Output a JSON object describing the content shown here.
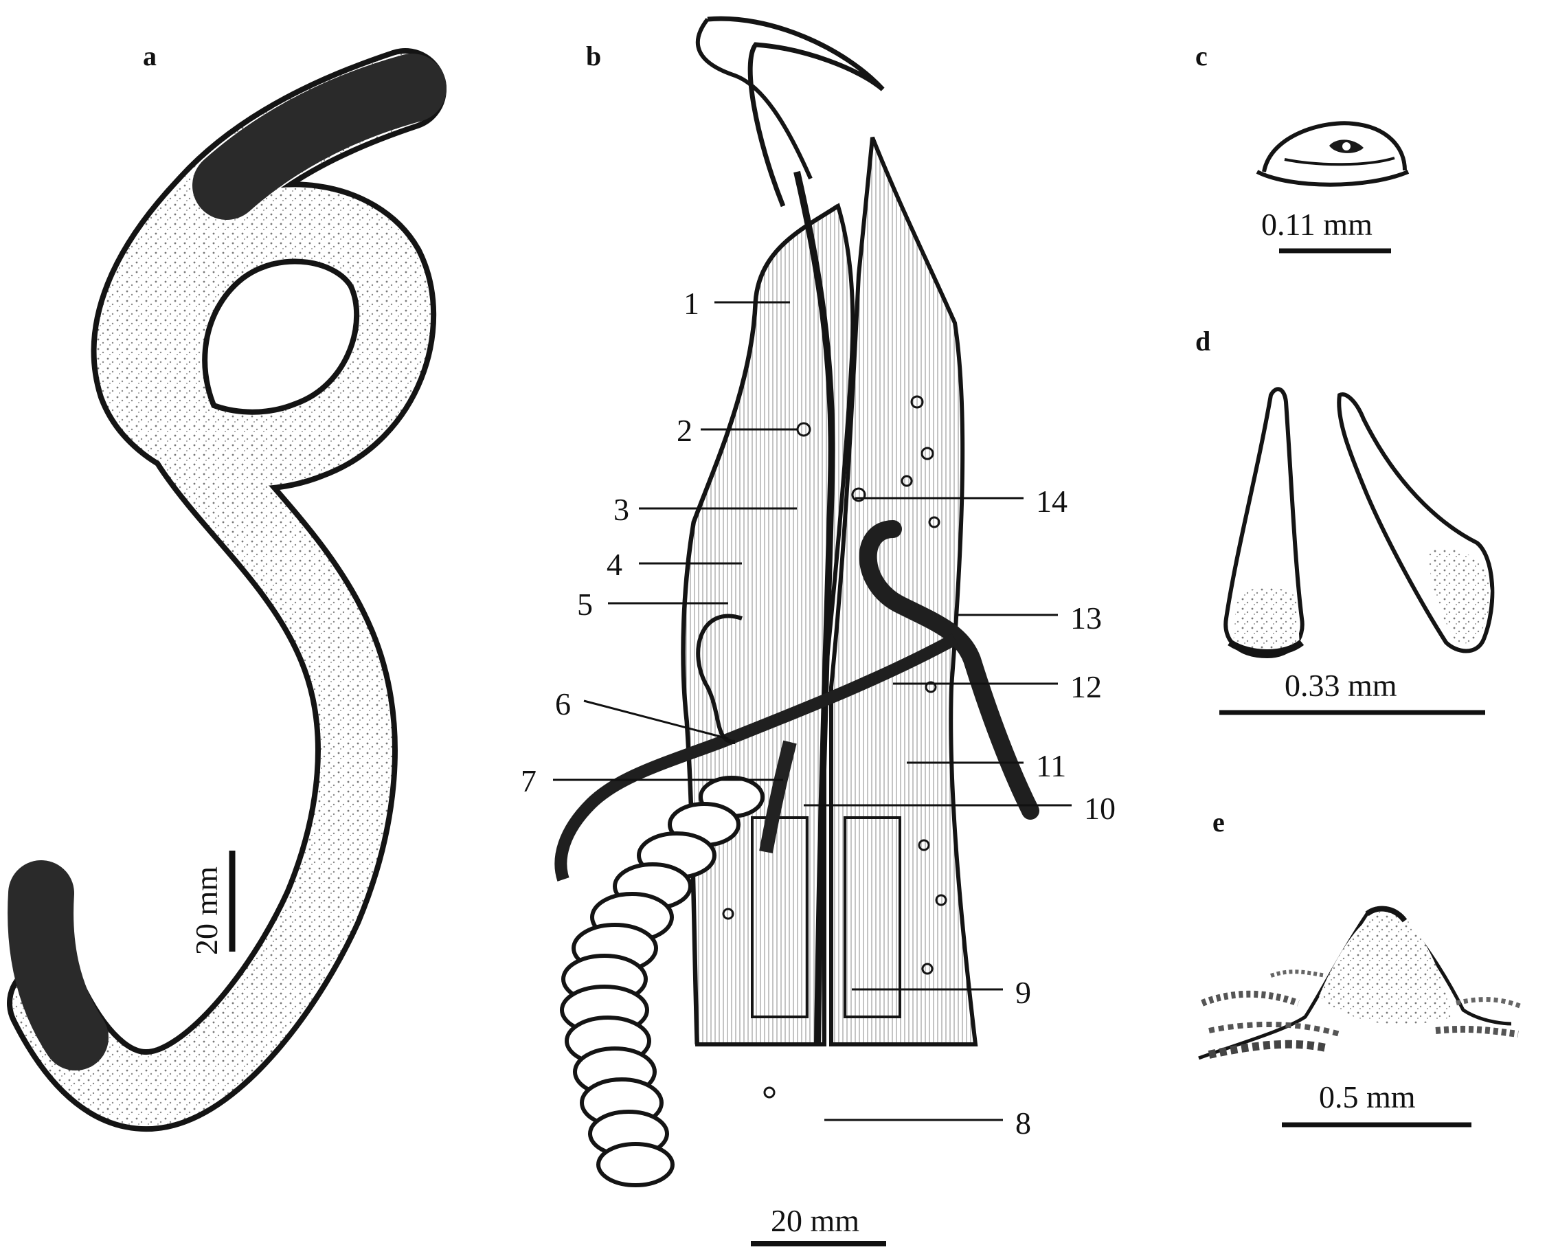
{
  "panels": {
    "a": {
      "label": "a",
      "scale_label": "20 mm"
    },
    "b": {
      "label": "b",
      "scale_label": "20 mm",
      "callouts": [
        "1",
        "2",
        "3",
        "4",
        "5",
        "6",
        "7",
        "8",
        "9",
        "10",
        "11",
        "12",
        "13",
        "14"
      ]
    },
    "c": {
      "label": "c",
      "scale_label": "0.11 mm"
    },
    "d": {
      "label": "d",
      "scale_label": "0.33 mm"
    },
    "e": {
      "label": "e",
      "scale_label": "0.5 mm"
    }
  },
  "colors": {
    "ink": "#141414",
    "background": "#ffffff",
    "dark_fill": "#2a2a2a",
    "stipple": "#8a8a8a"
  }
}
